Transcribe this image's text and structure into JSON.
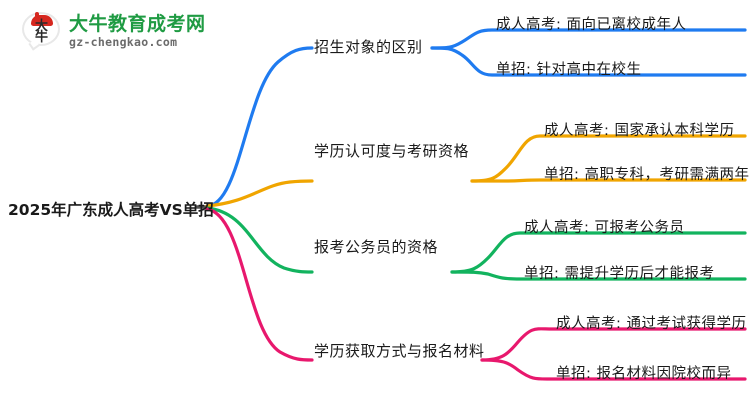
{
  "logo": {
    "mark_name": "daniu-circular-logo",
    "glyph_top": "大",
    "glyph_bottom": "牛",
    "title": "大牛教育成考网",
    "subtitle": "gz-chengkao.com",
    "title_color": "#1f9b43",
    "subtitle_color": "#6b6b6b",
    "cap_color": "#d6271f"
  },
  "mindmap": {
    "type": "mindmap",
    "root": "2025年广东成人高考VS单招",
    "branches": [
      {
        "label": "招生对象的区别",
        "color": "#1f7bf0",
        "leaves": [
          "成人高考: 面向已离校成年人",
          "单招: 针对高中在校生"
        ]
      },
      {
        "label": "学历认可度与考研资格",
        "color": "#f0a500",
        "leaves": [
          "成人高考: 国家承认本科学历",
          "单招: 高职专科，考研需满两年"
        ]
      },
      {
        "label": "报考公务员的资格",
        "color": "#12b35e",
        "leaves": [
          "成人高考: 可报考公务员",
          "单招: 需提升学历后才能报考"
        ]
      },
      {
        "label": "学历获取方式与报名材料",
        "color": "#e8186d",
        "leaves": [
          "成人高考: 通过考试获得学历",
          "单招: 报名材料因院校而异"
        ]
      }
    ]
  }
}
